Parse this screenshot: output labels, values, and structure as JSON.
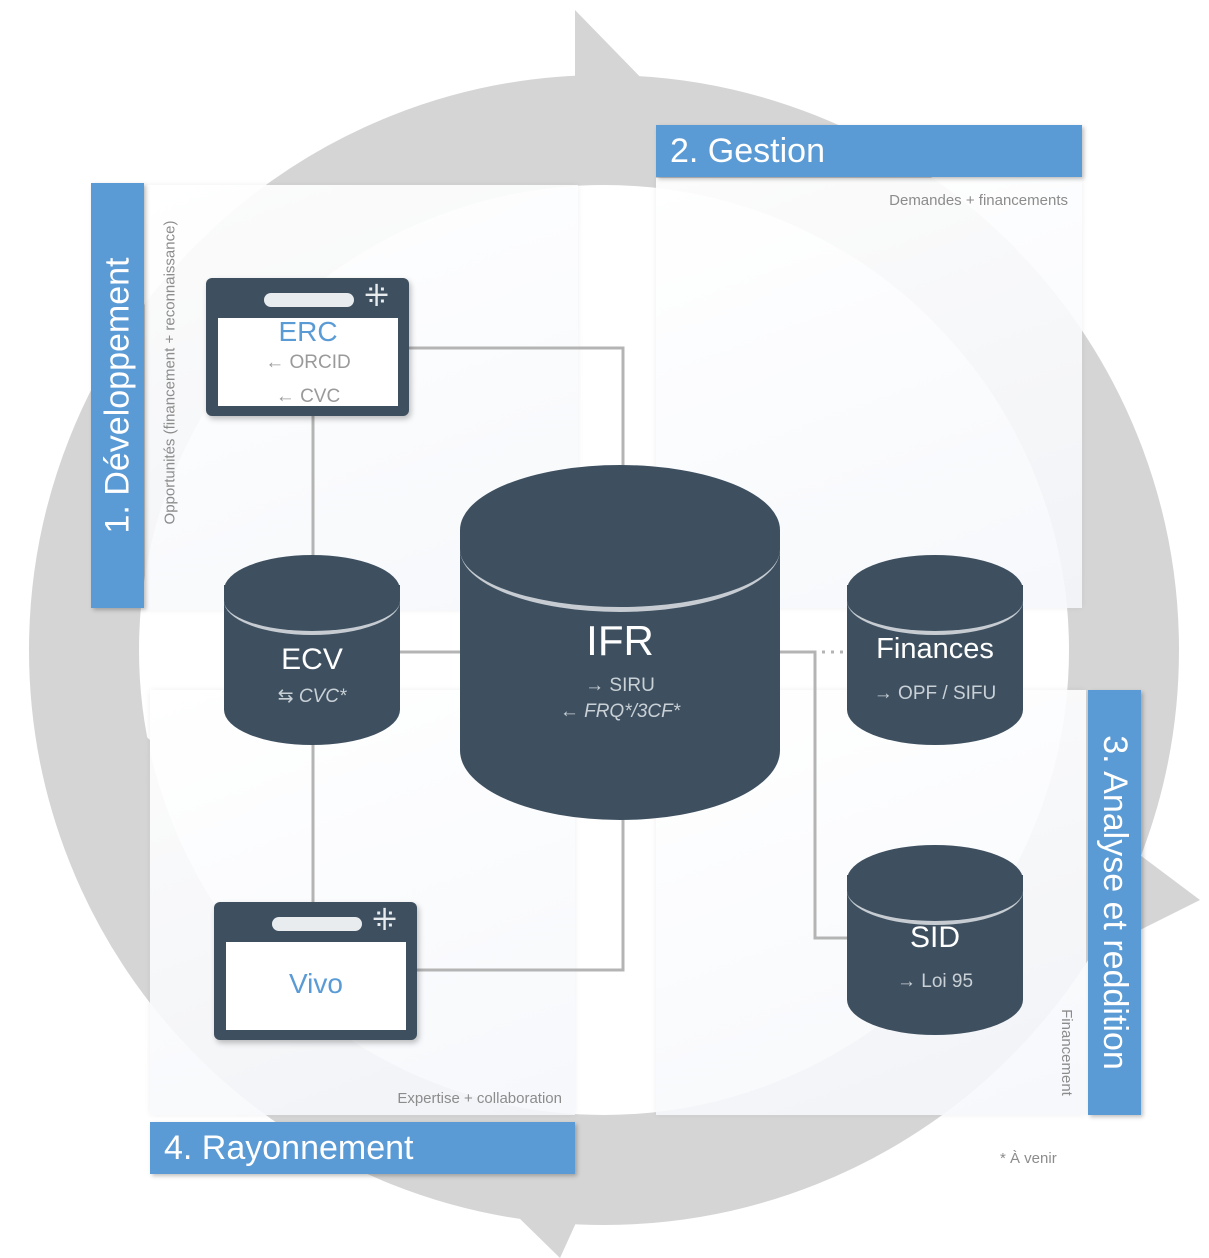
{
  "colors": {
    "accent": "#5b9bd5",
    "node": "#3e5060",
    "connector": "#b4b4b4",
    "cycle": "#d5d5d5"
  },
  "phases": {
    "developpement": {
      "title": "1. Développement",
      "subtitle": "Opportunités (financement + reconnaissance)"
    },
    "gestion": {
      "title": "2. Gestion",
      "subtitle": "Demandes + financements"
    },
    "analyse": {
      "title": "3. Analyse et reddition",
      "subtitle": "Financement"
    },
    "rayonnement": {
      "title": "4. Rayonnement",
      "subtitle": "Expertise + collaboration"
    }
  },
  "nodes": {
    "erc": {
      "label": "ERC",
      "lines": [
        "← ORCID",
        "← CVC"
      ],
      "icon": "browser-window-icon"
    },
    "vivo": {
      "label": "Vivo",
      "icon": "browser-window-icon"
    },
    "ecv": {
      "label": "ECV",
      "note": "⇆ CVC*",
      "icon": "database-icon"
    },
    "ifr": {
      "label": "IFR",
      "lines": [
        "→ SIRU",
        "← FRQ*/3CF*"
      ],
      "icon": "database-icon"
    },
    "finances": {
      "label": "Finances",
      "note": "→ OPF / SIFU",
      "icon": "database-icon"
    },
    "sid": {
      "label": "SID",
      "note": "→ Loi 95",
      "icon": "database-icon"
    }
  },
  "footnote": "* À venir"
}
